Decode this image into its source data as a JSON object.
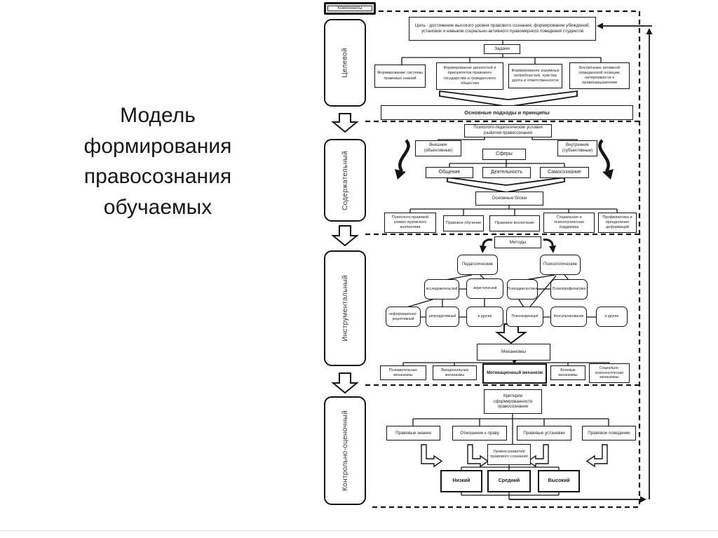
{
  "slide": {
    "title": "Модель формирования правосознания обучаемых"
  },
  "diagram": {
    "components_header": "Компоненты",
    "components": [
      "Целевой",
      "Содержательный",
      "Инструментальный",
      "Контрольно-оценочный"
    ],
    "goal": "Цель - достижение высокого уровня правового сознания, формирование убеждений, установок и навыков социально-активного правомерного поведения студентов",
    "tasks_label": "Задачи",
    "tasks": [
      "Формирование системы правовых знаний",
      "Формирование ценностей и приоритетов правового государства и гражданского общества",
      "Формирование разумных потребностей, чувства долга и ответственности",
      "Воспитание активной гражданской позиции, нетерпимости к правонарушениям"
    ],
    "approaches": "Основные подходы и принципы",
    "conditions": "Психолого-педагогические условия развития правосознания",
    "external": "Внешние (объективные)",
    "internal": "Внутренние (субъективные)",
    "spheres_label": "Сферы",
    "spheres": [
      "Общение",
      "Деятельность",
      "Самосознание"
    ],
    "blocks_label": "Основные блоки",
    "blocks": [
      "Психолого-правовой климат вузовского коллектива",
      "Правовое обучение",
      "Правовое воспитание",
      "Социальная и психологическая поддержка",
      "Профилактика и преодоление деформаций"
    ],
    "methods_label": "Методы",
    "pedagogical_label": "Педагогические",
    "pedagogical_methods": [
      "исследовательский",
      "эвристический",
      "информационно-рецептивный",
      "репродуктивный",
      "и другие"
    ],
    "psychological_label": "Психологические",
    "psychological_methods": [
      "Психодиагностика",
      "Психопрофилактика",
      "Психокоррекция",
      "Консультирование",
      "и другие"
    ],
    "mechanisms_label": "Механизмы",
    "mechanisms": [
      "Познавательные механизмы",
      "Эмоциональные механизмы",
      "Мотивационный механизм",
      "Волевые механизмы",
      "Социально-психологические механизмы"
    ],
    "criteria_label": "Критерии сформированности правосознания",
    "criteria": [
      "Правовые знания",
      "Отношение к праву",
      "Правовые установки",
      "Правовое поведение"
    ],
    "levels_label": "Уровни развития правового сознания",
    "levels": [
      "Низкий",
      "Средний",
      "Высокий"
    ]
  }
}
